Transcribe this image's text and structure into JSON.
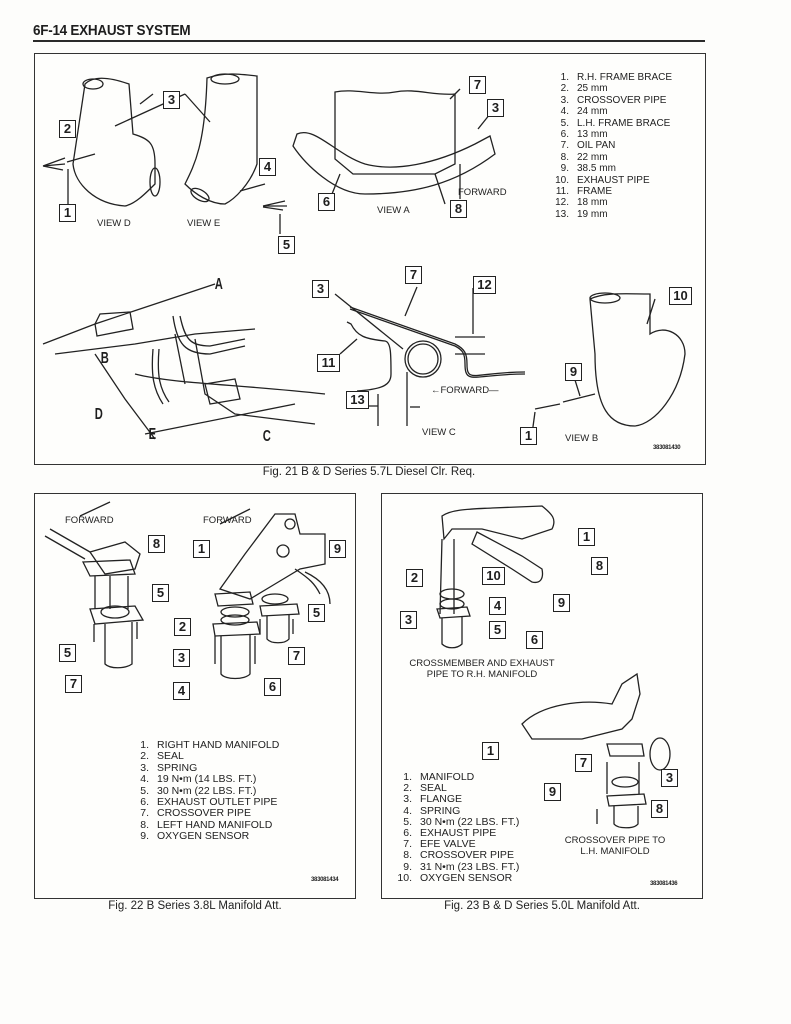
{
  "header": {
    "title": "6F-14  EXHAUST SYSTEM"
  },
  "fig21": {
    "caption": "Fig. 21 B & D Series 5.7L Diesel Clr. Req.",
    "part_number": "383081430",
    "legend": [
      {
        "n": "1.",
        "t": "R.H. FRAME BRACE"
      },
      {
        "n": "2.",
        "t": "25 mm"
      },
      {
        "n": "3.",
        "t": "CROSSOVER PIPE"
      },
      {
        "n": "4.",
        "t": "24 mm"
      },
      {
        "n": "5.",
        "t": "L.H. FRAME BRACE"
      },
      {
        "n": "6.",
        "t": "13 mm"
      },
      {
        "n": "7.",
        "t": "OIL PAN"
      },
      {
        "n": "8.",
        "t": "22 mm"
      },
      {
        "n": "9.",
        "t": "38.5 mm"
      },
      {
        "n": "10.",
        "t": "EXHAUST PIPE"
      },
      {
        "n": "11.",
        "t": "FRAME"
      },
      {
        "n": "12.",
        "t": "18 mm"
      },
      {
        "n": "13.",
        "t": "19 mm"
      }
    ],
    "views": {
      "d": "VIEW D",
      "e": "VIEW E",
      "a": "VIEW A",
      "c": "VIEW C",
      "b": "VIEW B"
    },
    "forward_a": "FORWARD",
    "forward_c": "←FORWARD—",
    "view_letters": {
      "a": "A",
      "b": "B",
      "c": "C",
      "d": "D",
      "e": "E"
    },
    "callouts": {
      "c1": "1",
      "c2": "2",
      "c3": "3",
      "c4": "4",
      "c5": "5",
      "c6": "6",
      "c7": "7",
      "c8": "8",
      "c9": "9",
      "c10": "10",
      "c11": "11",
      "c12": "12",
      "c13": "13"
    }
  },
  "fig22": {
    "caption": "Fig. 22 B Series 3.8L Manifold Att.",
    "part_number": "383081434",
    "forward": "FORWARD",
    "legend": [
      {
        "n": "1.",
        "t": "RIGHT HAND MANIFOLD"
      },
      {
        "n": "2.",
        "t": "SEAL"
      },
      {
        "n": "3.",
        "t": "SPRING"
      },
      {
        "n": "4.",
        "t": "19 N•m (14 LBS. FT.)"
      },
      {
        "n": "5.",
        "t": "30 N•m (22 LBS. FT.)"
      },
      {
        "n": "6.",
        "t": "EXHAUST OUTLET PIPE"
      },
      {
        "n": "7.",
        "t": "CROSSOVER PIPE"
      },
      {
        "n": "8.",
        "t": "LEFT HAND MANIFOLD"
      },
      {
        "n": "9.",
        "t": "OXYGEN SENSOR"
      }
    ],
    "callouts": {
      "c1": "1",
      "c2": "2",
      "c3": "3",
      "c4": "4",
      "c5": "5",
      "c6": "6",
      "c7": "7",
      "c8": "8",
      "c9": "9"
    }
  },
  "fig23": {
    "caption": "Fig. 23 B & D Series 5.0L Manifold Att.",
    "part_number": "383081436",
    "subcaption_top": [
      "CROSSMEMBER AND EXHAUST",
      "PIPE TO R.H. MANIFOLD"
    ],
    "subcaption_bottom": [
      "CROSSOVER PIPE TO",
      "L.H. MANIFOLD"
    ],
    "legend": [
      {
        "n": "1.",
        "t": "MANIFOLD"
      },
      {
        "n": "2.",
        "t": "SEAL"
      },
      {
        "n": "3.",
        "t": "FLANGE"
      },
      {
        "n": "4.",
        "t": "SPRING"
      },
      {
        "n": "5.",
        "t": "30 N•m (22 LBS. FT.)"
      },
      {
        "n": "6.",
        "t": "EXHAUST PIPE"
      },
      {
        "n": "7.",
        "t": "EFE VALVE"
      },
      {
        "n": "8.",
        "t": "CROSSOVER PIPE"
      },
      {
        "n": "9.",
        "t": "31 N•m (23 LBS. FT.)"
      },
      {
        "n": "10.",
        "t": "OXYGEN SENSOR"
      }
    ],
    "callouts": {
      "c1": "1",
      "c2": "2",
      "c3": "3",
      "c4": "4",
      "c5": "5",
      "c6": "6",
      "c7": "7",
      "c8": "8",
      "c9": "9",
      "c10": "10"
    }
  }
}
